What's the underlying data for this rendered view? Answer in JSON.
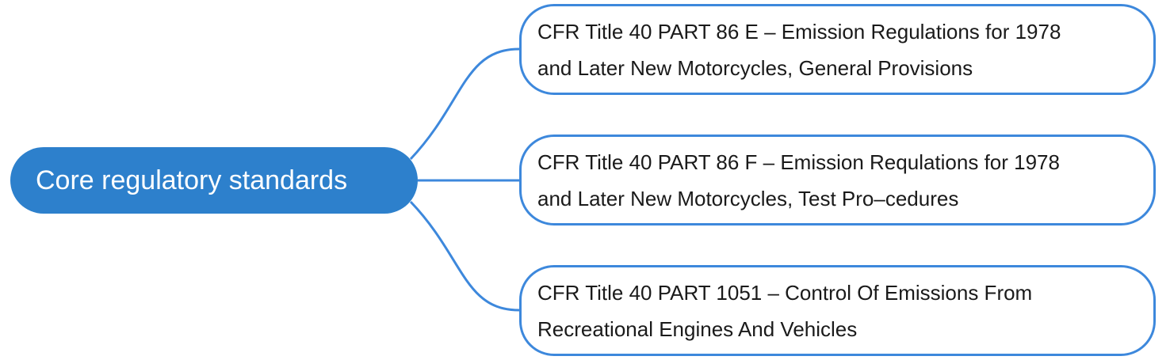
{
  "diagram": {
    "type": "mind-map",
    "colors": {
      "root_fill": "#2d80cc",
      "root_text": "#ffffff",
      "child_border": "#3d88dc",
      "connector": "#3d88dc",
      "child_text": "#1a1a1a"
    },
    "root": {
      "label": "Core regulatory standards"
    },
    "children": [
      {
        "line1": "CFR Title 40 PART 86 E – Emission Regulations for 1978",
        "line2": "and Later New Motorcycles, General Provisions"
      },
      {
        "line1": "CFR Title 40 PART 86 F – Emission Requlations for 1978",
        "line2": "and Later New Motorcycles, Test Pro–cedures"
      },
      {
        "line1": "CFR Title 40 PART 1051 – Control Of Emissions From",
        "line2": "Recreational Engines And Vehicles"
      }
    ]
  }
}
